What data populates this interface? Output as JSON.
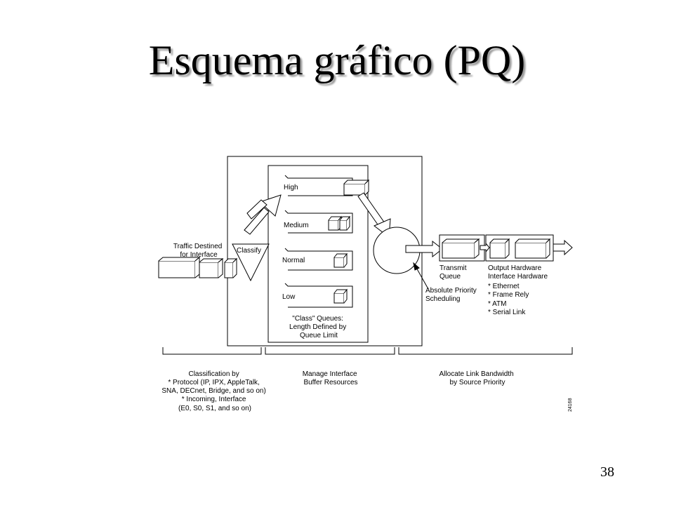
{
  "slide": {
    "title": "Esquema gráfico (PQ)",
    "page_number": "38"
  },
  "diagram": {
    "traffic_label": [
      "Traffic Destined",
      "for Interface"
    ],
    "classify_label": "Classify",
    "queues": {
      "high": "High",
      "medium": "Medium",
      "normal": "Normal",
      "low": "Low"
    },
    "class_queues_caption": [
      "\"Class\" Queues:",
      "Length Defined by",
      "Queue Limit"
    ],
    "scheduler_label": [
      "Absolute Priority",
      "Scheduling"
    ],
    "transmit_label": [
      "Transmit",
      "Queue"
    ],
    "hardware_label": [
      "Output Hardware",
      "Interface Hardware",
      "* Ethernet",
      "* Frame Rely",
      "* ATM",
      "* Serial Link"
    ],
    "section_captions": {
      "classification": [
        "Classification by",
        "* Protocol (IP, IPX, AppleTalk,",
        "SNA, DECnet, Bridge, and so on)",
        "* Incoming, Interface",
        "(E0, S0, S1, and so on)"
      ],
      "manage": [
        "Manage Interface",
        "Buffer Resources"
      ],
      "allocate": [
        "Allocate Link Bandwidth",
        "by Source Priority"
      ]
    },
    "figure_id": "24168"
  }
}
